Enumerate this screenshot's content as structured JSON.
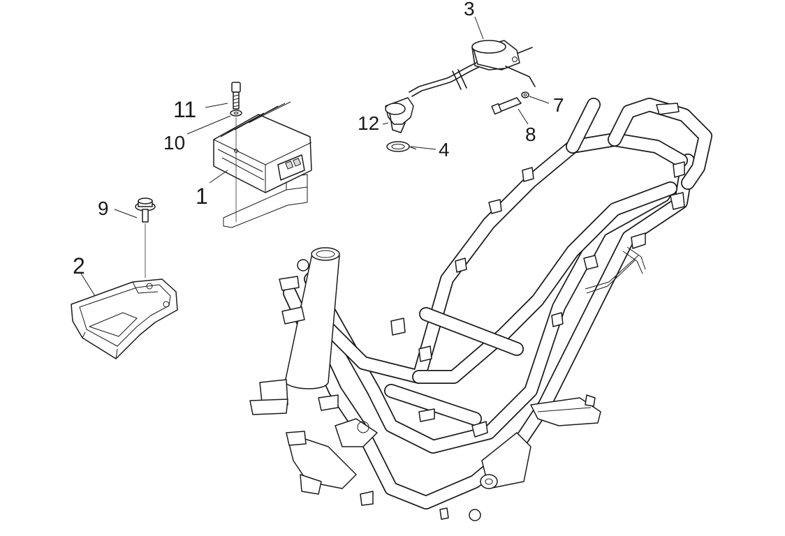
{
  "diagram": {
    "callouts": [
      {
        "id": "c1",
        "label": "1"
      },
      {
        "id": "c2",
        "label": "2"
      },
      {
        "id": "c3",
        "label": "3"
      },
      {
        "id": "c4",
        "label": "4"
      },
      {
        "id": "c7",
        "label": "7"
      },
      {
        "id": "c8",
        "label": "8"
      },
      {
        "id": "c9",
        "label": "9"
      },
      {
        "id": "c10",
        "label": "10"
      },
      {
        "id": "c11",
        "label": "11"
      },
      {
        "id": "c12",
        "label": "12"
      }
    ],
    "line_color": "#1a1a1a",
    "background": "#ffffff"
  }
}
